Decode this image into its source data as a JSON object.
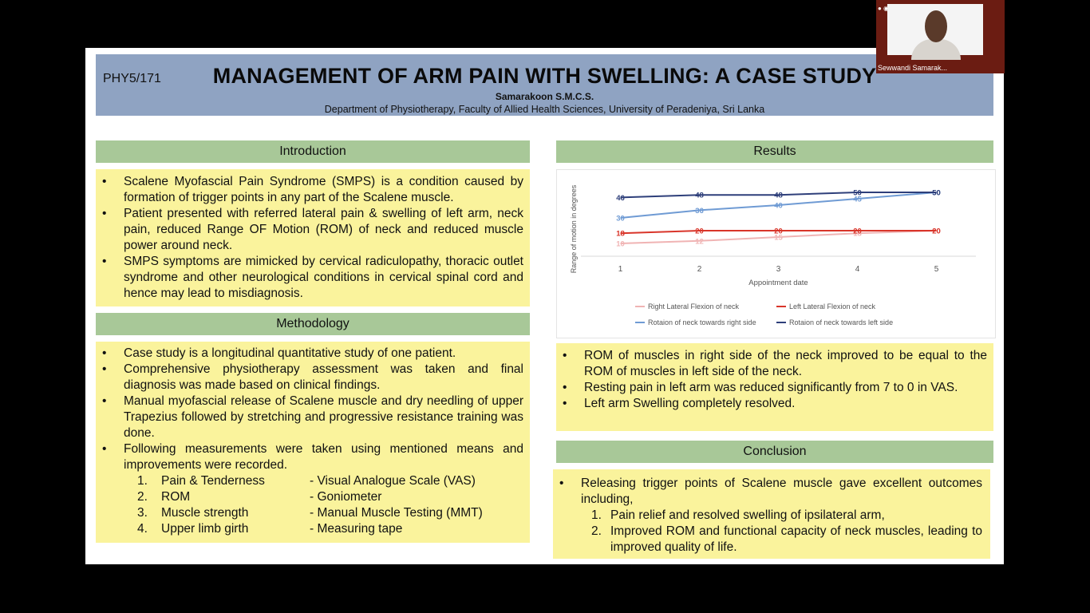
{
  "header": {
    "code": "PHY5/171",
    "title": "MANAGEMENT OF ARM PAIN WITH SWELLING: A CASE STUDY",
    "author": "Samarakoon S.M.C.S.",
    "department": "Department of Physiotherapy, Faculty of Allied Health Sciences, University of Peradeniya, Sri Lanka"
  },
  "introduction": {
    "heading": "Introduction",
    "bullets": [
      "Scalene Myofascial Pain Syndrome (SMPS) is a condition caused by formation of trigger points in any part of the Scalene muscle.",
      "Patient presented with referred lateral pain & swelling of left arm, neck pain, reduced Range OF Motion (ROM) of neck and reduced muscle power around neck.",
      "SMPS symptoms are mimicked by cervical radiculopathy, thoracic outlet syndrome and other neurological  conditions in cervical spinal cord and hence may lead to misdiagnosis."
    ]
  },
  "methodology": {
    "heading": "Methodology",
    "bullets": [
      "Case study is a longitudinal quantitative study of one patient.",
      "Comprehensive physiotherapy assessment was taken and final diagnosis was made based on clinical findings.",
      "Manual myofascial release of Scalene muscle and dry needling of upper Trapezius followed by stretching and progressive resistance training was done.",
      "Following measurements were taken using mentioned means and improvements were recorded."
    ],
    "measurements": [
      {
        "num": "1.",
        "name": "Pain & Tenderness",
        "means": "- Visual Analogue Scale (VAS)"
      },
      {
        "num": "2.",
        "name": "ROM",
        "means": "- Goniometer"
      },
      {
        "num": "3.",
        "name": "Muscle strength",
        "means": "- Manual Muscle Testing (MMT)"
      },
      {
        "num": "4.",
        "name": "Upper limb girth",
        "means": "- Measuring tape"
      }
    ]
  },
  "results": {
    "heading": "Results",
    "bullets": [
      "ROM of muscles in right side of the neck improved to be equal to the ROM of muscles in left side of the neck.",
      "Resting pain in left arm was reduced significantly from 7 to 0 in VAS.",
      "Left arm Swelling completely resolved."
    ]
  },
  "conclusion": {
    "heading": "Conclusion",
    "bullet": "Releasing trigger points of Scalene muscle gave excellent outcomes including,",
    "items": [
      {
        "num": "1.",
        "text": "Pain relief and resolved swelling of ipsilateral arm,"
      },
      {
        "num": "2.",
        "text": "Improved ROM and functional capacity of neck muscles, leading to improved quality of life."
      }
    ]
  },
  "webcam": {
    "participant_name": "Sewwandi Samarak..."
  },
  "colors": {
    "header_bg": "#8fa3c2",
    "section_head": "#a8c898",
    "box_bg": "#faf39c"
  },
  "chart_data": {
    "type": "line",
    "xlabel": "Appointment date",
    "ylabel": "Range of motion in degrees",
    "categories": [
      "1",
      "2",
      "3",
      "4",
      "5"
    ],
    "ylim": [
      0,
      55
    ],
    "grid": false,
    "legend_position": "bottom",
    "series": [
      {
        "name": "Right Lateral Flexion of neck",
        "values": [
          10,
          12,
          15,
          18,
          20
        ],
        "color": "#f0b4b4"
      },
      {
        "name": "Left Lateral Flexion of neck",
        "values": [
          18,
          20,
          20,
          20,
          20
        ],
        "color": "#d9352a"
      },
      {
        "name": "Rotaion of neck towards right side",
        "values": [
          30,
          36,
          40,
          45,
          50
        ],
        "color": "#6f9bd4"
      },
      {
        "name": "Rotaion of neck towards left side",
        "values": [
          46,
          48,
          48,
          50,
          50
        ],
        "color": "#2e3f7a"
      }
    ]
  }
}
